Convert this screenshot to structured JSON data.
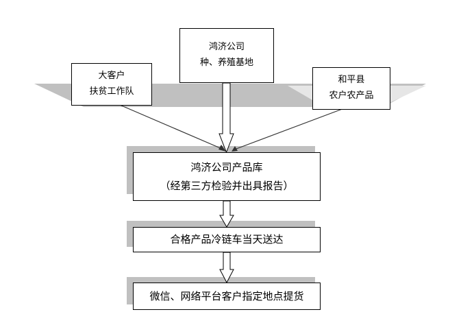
{
  "nodes": {
    "big_customer": {
      "lines": [
        "大客户",
        "扶贫工作队"
      ]
    },
    "company_base": {
      "lines": [
        "鸿济公司",
        "种、养殖基地"
      ]
    },
    "heping": {
      "lines": [
        "和平县",
        "农户农产品"
      ]
    },
    "warehouse": {
      "lines": [
        "鸿济公司产品库",
        "（经第三方检验并出具报告）"
      ]
    },
    "cold_chain": {
      "lines": [
        "合格产品冷链车当天送达"
      ]
    },
    "pickup": {
      "lines": [
        "微信、网络平台客户指定地点提货"
      ]
    }
  },
  "colors": {
    "shadow": "#c0c0c0",
    "stroke": "#000000",
    "line": "#333333"
  }
}
